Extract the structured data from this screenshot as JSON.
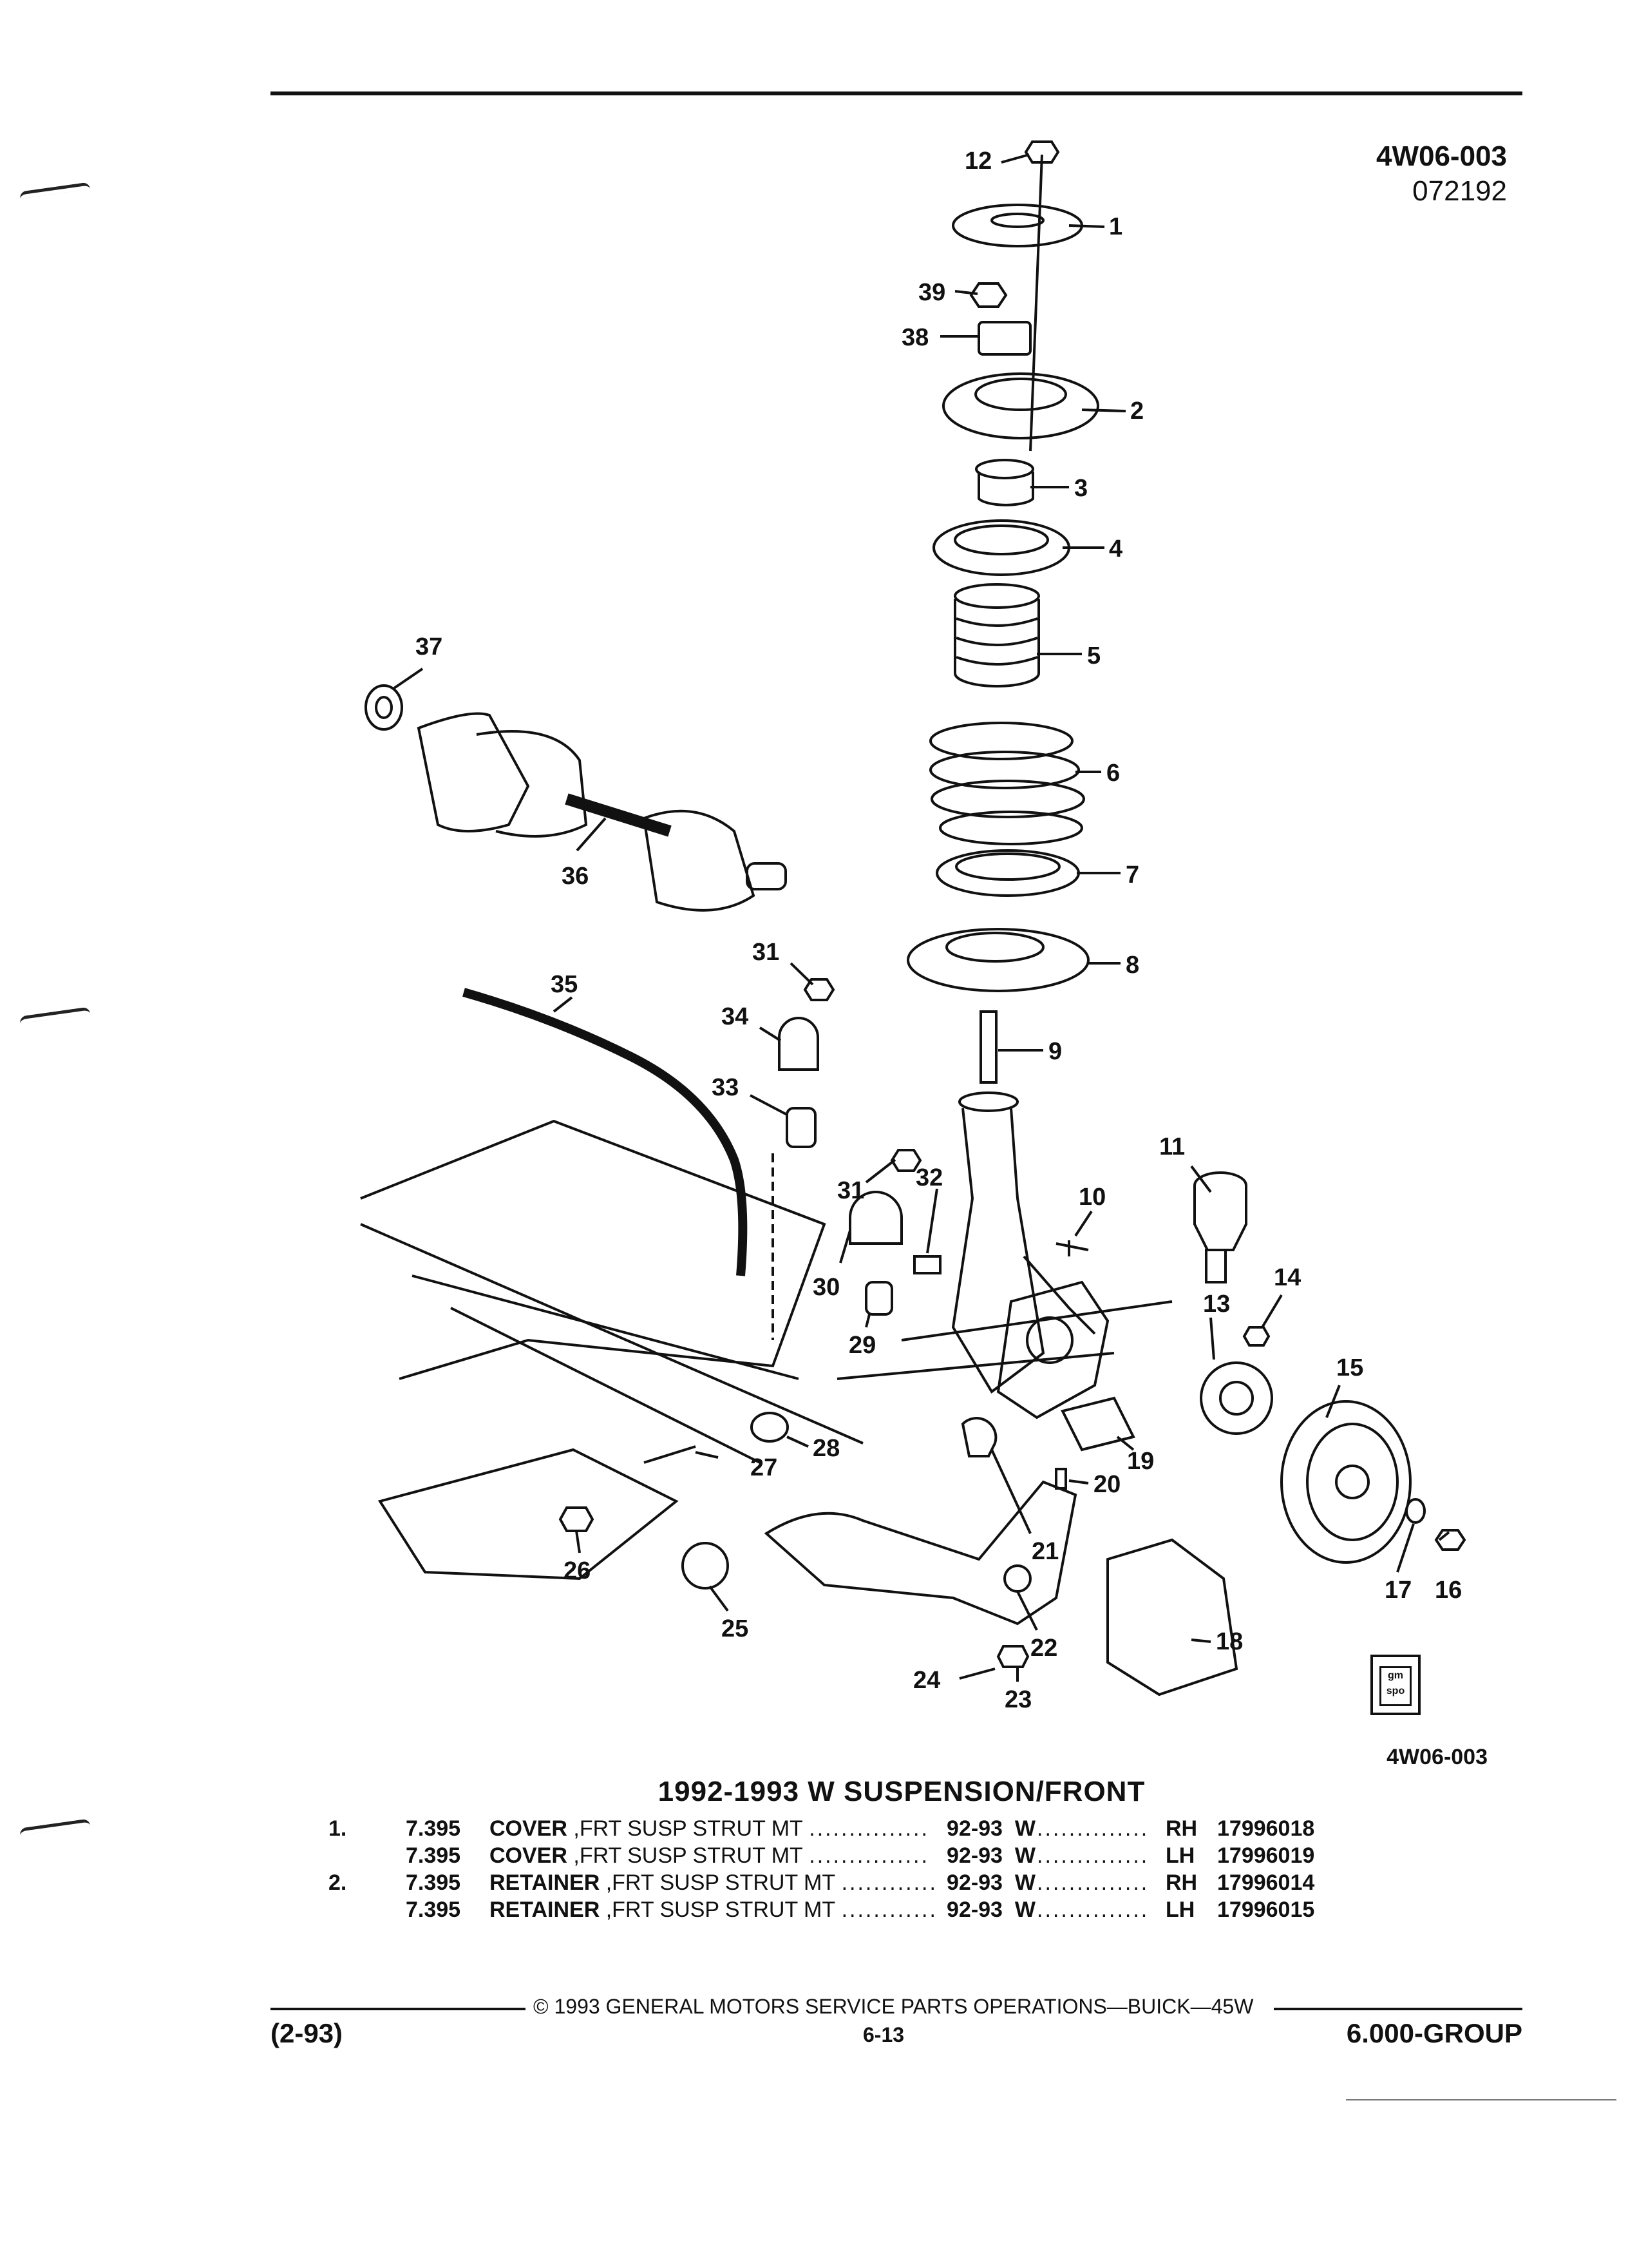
{
  "header": {
    "ref_code": "4W06-003",
    "ref_date": "072192"
  },
  "diagram": {
    "bottom_ref": "4W06-003",
    "callouts": [
      "1",
      "2",
      "3",
      "4",
      "5",
      "6",
      "7",
      "8",
      "9",
      "10",
      "11",
      "12",
      "13",
      "14",
      "15",
      "16",
      "17",
      "18",
      "19",
      "20",
      "21",
      "22",
      "23",
      "24",
      "25",
      "26",
      "27",
      "28",
      "29",
      "30",
      "31",
      "31",
      "32",
      "33",
      "34",
      "35",
      "36",
      "37",
      "38",
      "39"
    ],
    "logo_text": "gm spo"
  },
  "section_title": "1992-1993 W SUSPENSION/FRONT",
  "parts": [
    {
      "num": "1.",
      "code": "7.395",
      "name": "COVER",
      "desc": ",FRT SUSP STRUT MT",
      "dots": "...............",
      "years": "92-93",
      "series": "W",
      "dots2": "..............",
      "side": "RH",
      "part_no": "17996018"
    },
    {
      "num": "",
      "code": "7.395",
      "name": "COVER",
      "desc": ",FRT SUSP STRUT MT",
      "dots": "...............",
      "years": "92-93",
      "series": "W",
      "dots2": "..............",
      "side": "LH",
      "part_no": "17996019"
    },
    {
      "num": "2.",
      "code": "7.395",
      "name": "RETAINER",
      "desc": ",FRT SUSP STRUT MT",
      "dots": "............",
      "years": "92-93",
      "series": "W",
      "dots2": "..............",
      "side": "RH",
      "part_no": "17996014"
    },
    {
      "num": "",
      "code": "7.395",
      "name": "RETAINER",
      "desc": ",FRT SUSP STRUT MT",
      "dots": "............",
      "years": "92-93",
      "series": "W",
      "dots2": "..............",
      "side": "LH",
      "part_no": "17996015"
    }
  ],
  "footer": {
    "copyright": "© 1993 GENERAL MOTORS SERVICE PARTS OPERATIONS—BUICK—45W",
    "date_code": "(2-93)",
    "page": "6-13",
    "group": "6.000-GROUP"
  }
}
